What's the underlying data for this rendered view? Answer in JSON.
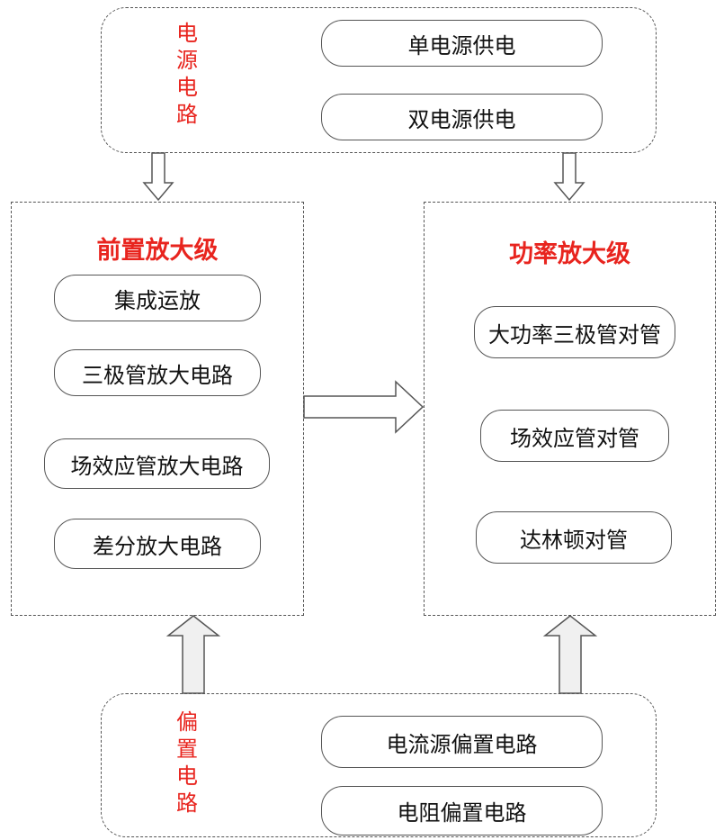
{
  "power_supply": {
    "side_label": "电源电路",
    "items": [
      "单电源供电",
      "双电源供电"
    ]
  },
  "preamp": {
    "title": "前置放大级",
    "items": [
      "集成运放",
      "三极管放大电路",
      "场效应管放大电路",
      "差分放大电路"
    ]
  },
  "power_amp": {
    "title": "功率放大级",
    "items": [
      "大功率三极管对管",
      "场效应管对管",
      "达林顿对管"
    ]
  },
  "bias": {
    "side_label": "偏置电路",
    "items": [
      "电流源偏置电路",
      "电阻偏置电路"
    ]
  },
  "colors": {
    "accent": "#e8241e",
    "line": "#555555",
    "arrow_fill": "#f0f0f0"
  }
}
